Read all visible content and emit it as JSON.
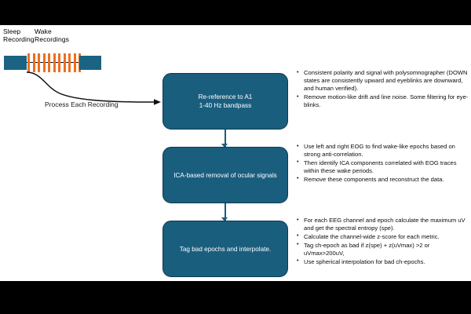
{
  "figure": {
    "timeline": {
      "sleep_label": "Sleep\nRecording",
      "wake_label": "Wake\nRecordings",
      "process_label": "Process Each Recording",
      "wake_bar_count": 11,
      "colors": {
        "recording_block": "#1b6383",
        "wake_bar": "#ec6f20"
      }
    },
    "colors": {
      "box_fill": "#1a5e7e",
      "box_border": "#0d3950",
      "box_text": "#ffffff",
      "connector": "#1b5c7c",
      "canvas": "#ffffff",
      "letterbox": "#000000"
    },
    "steps": [
      {
        "box_label": "Re-reference to A1\n1-40 Hz bandpass",
        "bullets": [
          "Consistent polarity and signal with polysomnographer (DOWN states are consistently upward and eyeblinks are downward, and human verified).",
          "Remove motion-like drift and line noise. Some filtering for eye-blinks."
        ]
      },
      {
        "box_label": "ICA-based removal of  ocular signals",
        "bullets": [
          "Use left and right EOG to find wake-like epochs based on strong anti-correlation.",
          "Then identify ICA components correlated with EOG traces within these wake periods.",
          "Remove these components and reconstruct the data."
        ]
      },
      {
        "box_label": "Tag bad epochs and interpolate.",
        "bullets": [
          "For each EEG channel and epoch calculate the maximum uV and get the spectral entropy (spe).",
          "Calculate the channel-wide z-score for each metric.",
          "Tag ch-epoch as bad if z(spe) + z(uVmax) >2 or uVmax>200uV,",
          "Use spherical interpolation for bad ch-epochs."
        ]
      }
    ]
  }
}
